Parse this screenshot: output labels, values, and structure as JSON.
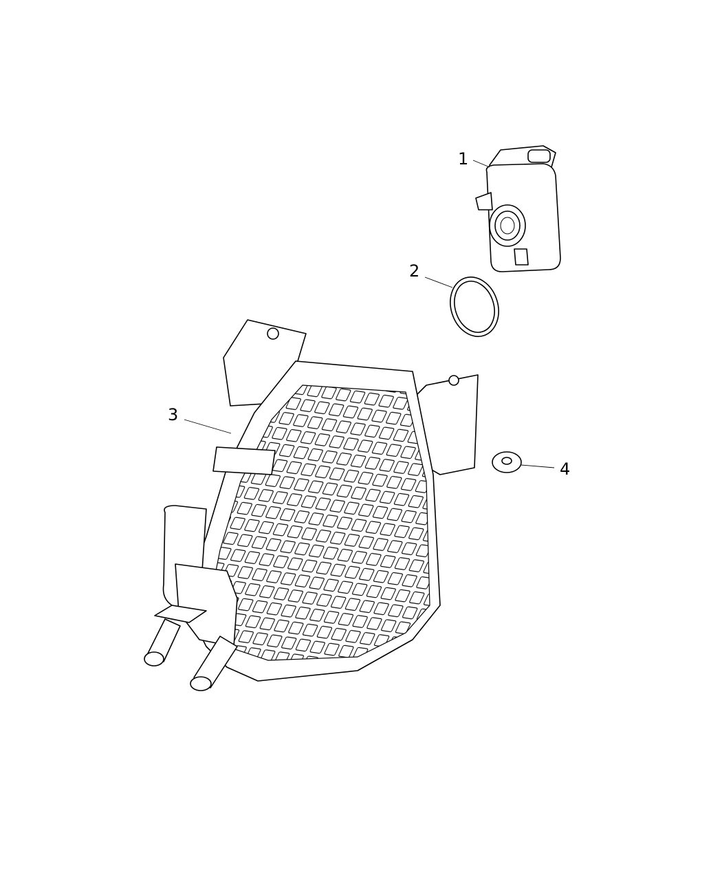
{
  "diagram": {
    "callouts": [
      {
        "number": "1"
      },
      {
        "number": "2"
      },
      {
        "number": "3"
      },
      {
        "number": "4"
      }
    ],
    "line_color": "#000000",
    "background": "#ffffff"
  }
}
